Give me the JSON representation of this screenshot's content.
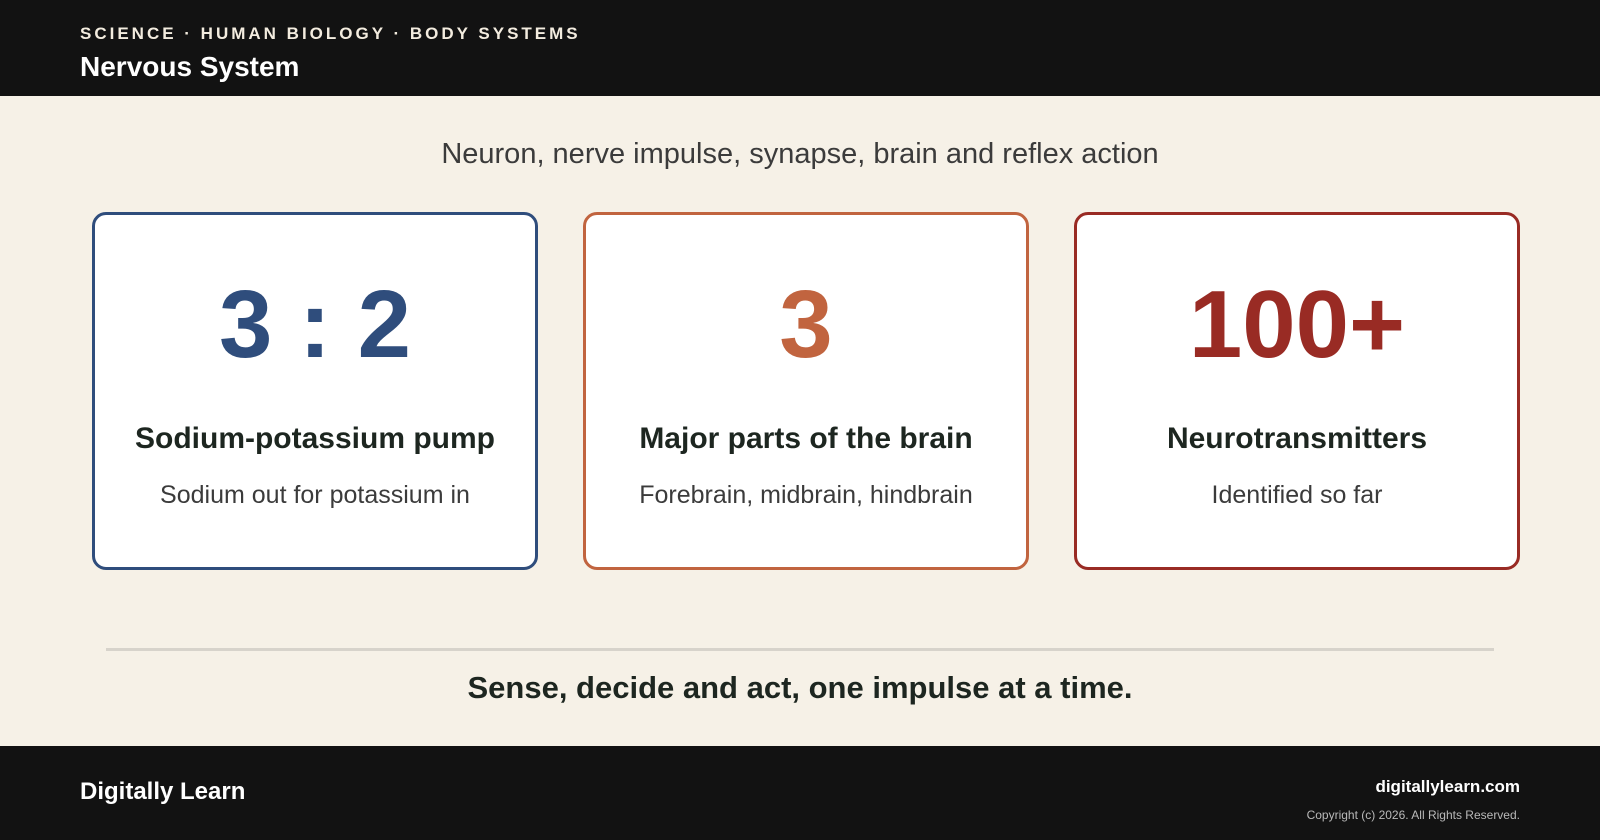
{
  "header": {
    "breadcrumb": "SCIENCE · HUMAN BIOLOGY · BODY SYSTEMS",
    "title": "Nervous System"
  },
  "subtitle": "Neuron, nerve impulse, synapse, brain and reflex action",
  "colors": {
    "card1": "#2f4d7c",
    "card2": "#c1643f",
    "card3": "#992b24"
  },
  "cards": [
    {
      "value": "3 : 2",
      "title": "Sodium-potassium pump",
      "description": "Sodium out for potassium in"
    },
    {
      "value": "3",
      "title": "Major parts of the brain",
      "description": "Forebrain, midbrain, hindbrain"
    },
    {
      "value": "100+",
      "title": "Neurotransmitters",
      "description": "Identified so far"
    }
  ],
  "tagline": "Sense, decide and act, one impulse at a time.",
  "footer": {
    "brand": "Digitally Learn",
    "site": "digitallylearn.com",
    "copyright": "Copyright (c) 2026. All Rights Reserved."
  }
}
